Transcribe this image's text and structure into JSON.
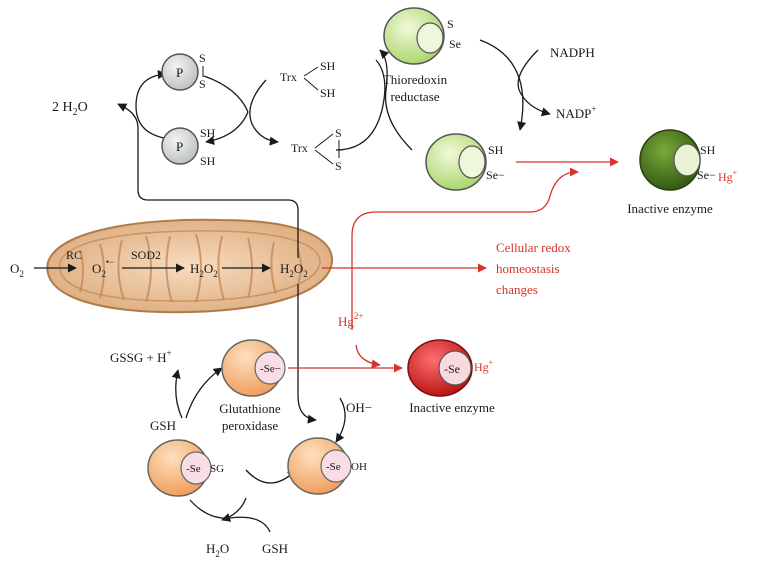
{
  "thioredoxin_cycle": {
    "protein_oxidized": "P",
    "protein_reduced": "P",
    "trx_reduced": "Trx",
    "trx_oxidized": "Trx",
    "sh": "SH",
    "s": "S",
    "water_product": "2 H",
    "water_sub": "2",
    "water_o": "O"
  },
  "thioredoxin_reductase": {
    "label_line1": "Thioredoxin",
    "label_line2": "reductase",
    "s": "S",
    "se": "Se",
    "sh": "SH",
    "se_minus": "Se−",
    "nadph": "NADPH",
    "nadp": "NADP",
    "nadp_sup": "+"
  },
  "mitochondria": {
    "o2": "O",
    "o2_sub": "2",
    "rc": "RC",
    "superoxide": "O",
    "superoxide_sub": "2",
    "superoxide_sup": "•−",
    "sod2": "SOD2",
    "h2o2_inner_h": "H",
    "h2o2_inner_2a": "2",
    "h2o2_inner_o": "O",
    "h2o2_inner_2b": "2",
    "h2o2_h": "H",
    "h2o2_2a": "2",
    "h2o2_o": "O",
    "h2o2_2b": "2"
  },
  "outcomes": {
    "redox_line1": "Cellular redox",
    "redox_line2": "homeostasis",
    "redox_line3": "changes",
    "mercury": "Hg",
    "mercury_sup": "2+",
    "inactive_top": "Inactive enzyme",
    "inactive_bottom": "Inactive enzyme",
    "top_sh": "SH",
    "top_se": "Se−",
    "top_hg": "Hg",
    "top_hg_sup": "+",
    "bottom_se": "-Se",
    "bottom_hg": "Hg",
    "bottom_hg_sup": "+"
  },
  "glutathione_cycle": {
    "gssg": "GSSG + H",
    "gssg_sup": "+",
    "gsh_left": "GSH",
    "gsh_bottom": "GSH",
    "h2o_h": "H",
    "h2o_sub": "2",
    "h2o_o": "O",
    "oh_minus": "OH−",
    "label_line1": "Glutathione",
    "label_line2": "peroxidase",
    "se_minus": "-Se−",
    "se_sg": "-Se",
    "sg": "SG",
    "se_oh": "-Se",
    "oh": "OH"
  },
  "colors": {
    "redox_red": "#d8322a",
    "reductase_green": "#c8e79a",
    "inactive_green": "#3f6d16",
    "peroxidase_orange": "#f6b87c",
    "inactive_red": "#d41a1a"
  }
}
